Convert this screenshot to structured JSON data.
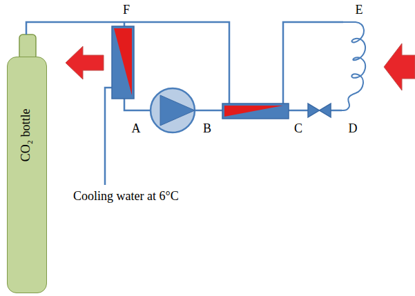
{
  "diagram": {
    "nodes": [
      {
        "text": [
          "CO₂ bottle"
        ]
      }
    ],
    "labels": [
      "F",
      "A",
      "B",
      "C",
      "D",
      "E",
      "Cooling water at 6°C"
    ]
  }
}
